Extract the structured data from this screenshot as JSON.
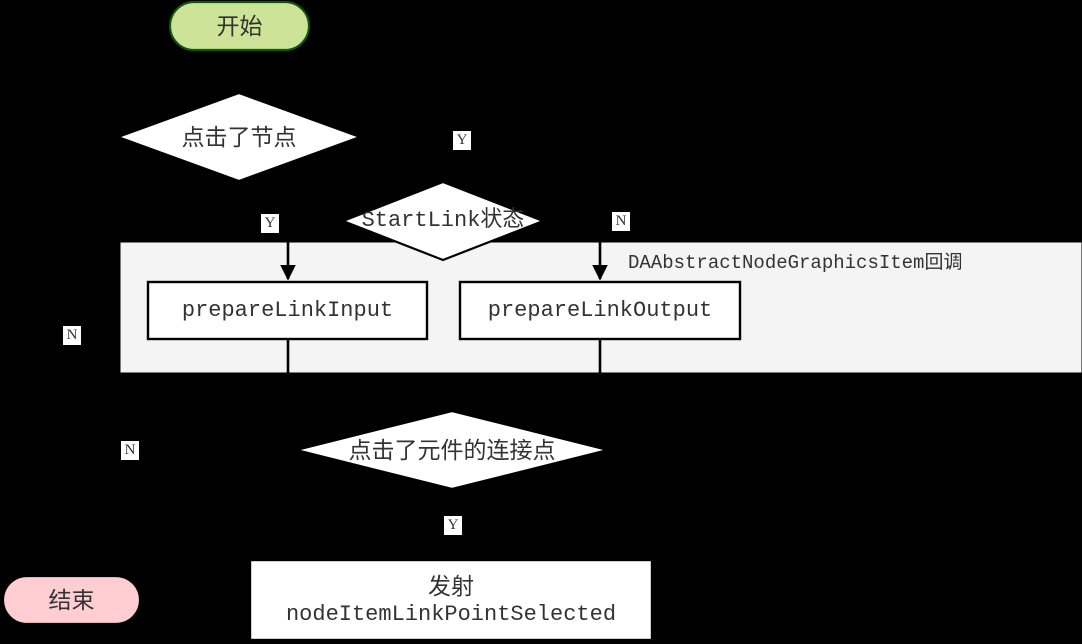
{
  "diagram": {
    "title_visible": false,
    "background_color": "#000000",
    "subgraph": {
      "label": "DAAbstractNodeGraphicsItem回调",
      "fill": "#f4f4f4",
      "stroke": "#000000"
    },
    "nodes": [
      {
        "id": "start",
        "shape": "stadium",
        "label": "开始",
        "fill": "#cde498",
        "stroke": "#13540c"
      },
      {
        "id": "clickNode",
        "shape": "diamond",
        "label": "点击了节点",
        "fill": "#ffffff",
        "stroke": "#000000"
      },
      {
        "id": "startLink",
        "shape": "diamond",
        "label": "StartLink状态",
        "fill": "#ffffff",
        "stroke": "#000000"
      },
      {
        "id": "prepIn",
        "shape": "rect",
        "label": "prepareLinkInput",
        "fill": "#ffffff",
        "stroke": "#000000"
      },
      {
        "id": "prepOut",
        "shape": "rect",
        "label": "prepareLinkOutput",
        "fill": "#ffffff",
        "stroke": "#000000"
      },
      {
        "id": "clickPoint",
        "shape": "diamond",
        "label": "点击了元件的连接点",
        "fill": "#ffffff",
        "stroke": "#000000"
      },
      {
        "id": "emit",
        "shape": "rect",
        "label_line1": "发射",
        "label_line2": "nodeItemLinkPointSelected",
        "fill": "#ffffff",
        "stroke": "#000000"
      },
      {
        "id": "end",
        "shape": "stadium",
        "label": "结束",
        "fill": "#ffcdd2",
        "stroke": "#000000"
      }
    ],
    "edges": [
      {
        "from": "start",
        "to": "clickNode",
        "label": ""
      },
      {
        "from": "clickNode",
        "to": "startLink",
        "label": "Y"
      },
      {
        "from": "clickNode",
        "to": "end",
        "label": "N"
      },
      {
        "from": "startLink",
        "to": "prepIn",
        "label": "Y"
      },
      {
        "from": "startLink",
        "to": "prepOut",
        "label": "N"
      },
      {
        "from": "prepIn",
        "to": "clickPoint",
        "label": ""
      },
      {
        "from": "prepOut",
        "to": "clickPoint",
        "label": ""
      },
      {
        "from": "clickPoint",
        "to": "emit",
        "label": "Y"
      },
      {
        "from": "clickPoint",
        "to": "end",
        "label": "N"
      }
    ],
    "edge_labels": [
      {
        "id": "lbl-y-clicknode-startlink",
        "text": "Y"
      },
      {
        "id": "lbl-y-startlink-prepin",
        "text": "Y"
      },
      {
        "id": "lbl-n-startlink-prepout",
        "text": "N"
      },
      {
        "id": "lbl-n-clicknode-end",
        "text": "N"
      },
      {
        "id": "lbl-n-clickpoint-end",
        "text": "N"
      },
      {
        "id": "lbl-y-clickpoint-emit",
        "text": "Y"
      }
    ]
  }
}
